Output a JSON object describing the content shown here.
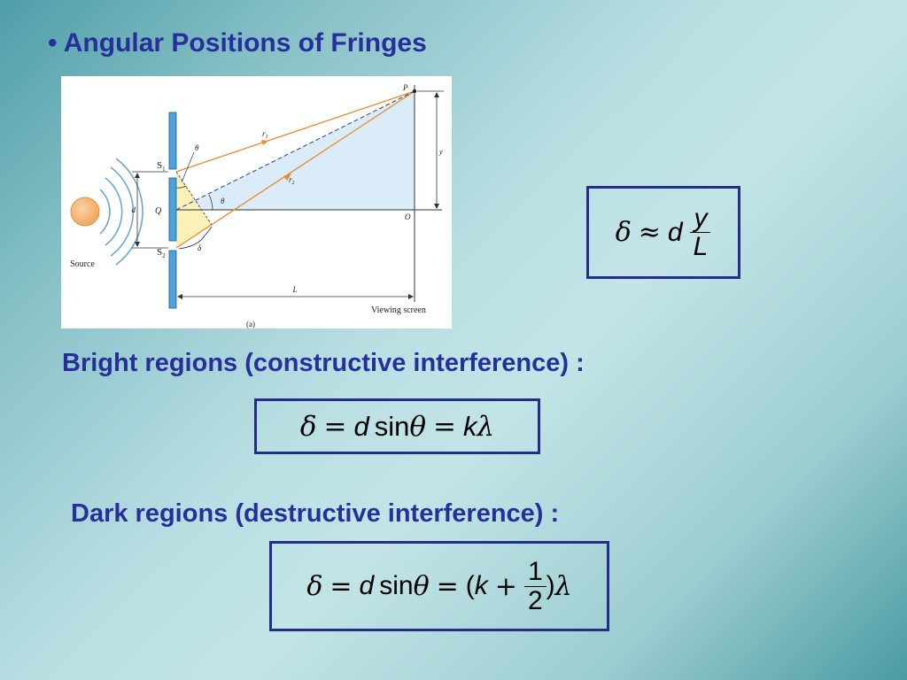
{
  "title": {
    "bullet": "•",
    "text": "Angular Positions of Fringes"
  },
  "diagram": {
    "source_label": "Source",
    "s1_label": "S",
    "s1_sub": "1",
    "s2_label": "S",
    "s2_sub": "2",
    "q_label": "Q",
    "d_label": "d",
    "theta_label": "θ",
    "theta2_label": "θ",
    "r1_label": "r",
    "r1_sub": "1",
    "r2_label": "r",
    "r2_sub": "2",
    "p_label": "P",
    "o_label": "O",
    "y_label": "y",
    "l_label": "L",
    "delta_label": "δ",
    "screen_label": "Viewing screen",
    "panel_label": "(a)"
  },
  "approx_equation": {
    "lhs": "δ",
    "op": "≈",
    "var": "d",
    "frac_num": "y",
    "frac_den": "L"
  },
  "bright": {
    "caption": "Bright regions (constructive interference) :",
    "eq_delta": "δ",
    "eq_eq1": "=",
    "eq_d": "d",
    "eq_sin": "sin",
    "eq_theta": "θ",
    "eq_eq2": "=",
    "eq_k": "k",
    "eq_lambda": "λ"
  },
  "dark": {
    "caption": "Dark regions (destructive interference) :",
    "eq_delta": "δ",
    "eq_eq1": "=",
    "eq_d": "d",
    "eq_sin": "sin",
    "eq_theta": "θ",
    "eq_eq2": "=",
    "eq_open": "(",
    "eq_k": "k",
    "eq_plus": "+",
    "frac_num": "1",
    "frac_den": "2",
    "eq_close": ")",
    "eq_lambda": "λ"
  }
}
